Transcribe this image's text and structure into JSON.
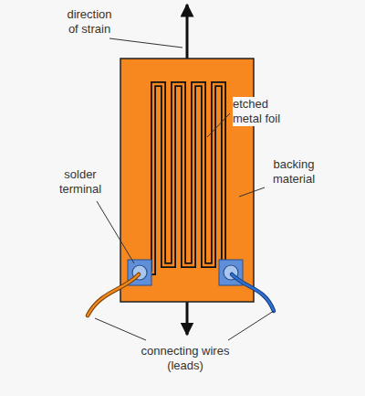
{
  "diagram": {
    "labels": [
      "direction of strain",
      "etched metal foil",
      "backing material",
      "solder terminal",
      "connecting wires (leads)"
    ]
  }
}
